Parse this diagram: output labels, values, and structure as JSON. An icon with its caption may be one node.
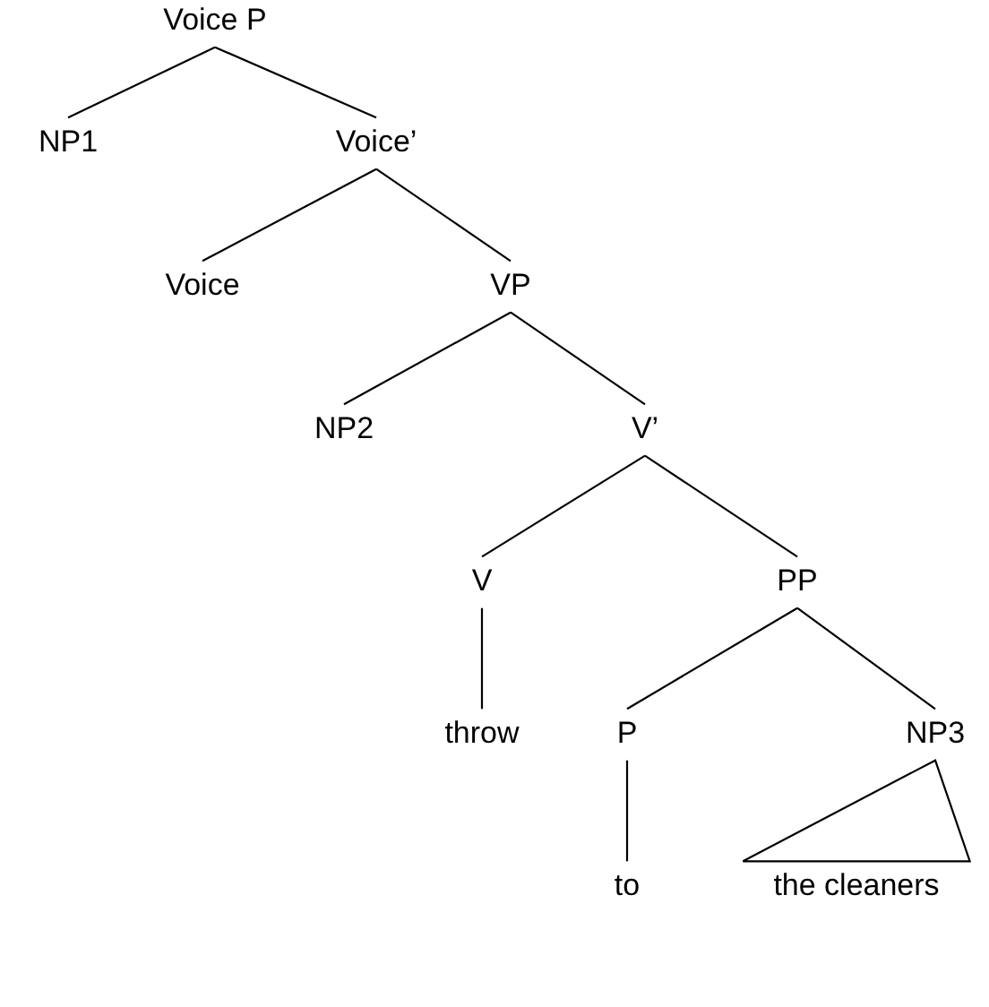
{
  "diagram": {
    "nodes": [
      {
        "text": [
          "Voice P"
        ]
      },
      {
        "text": [
          "NP1"
        ]
      },
      {
        "text": [
          "Voice’"
        ]
      },
      {
        "text": [
          "Voice"
        ]
      },
      {
        "text": [
          "VP"
        ]
      },
      {
        "text": [
          "NP2"
        ]
      },
      {
        "text": [
          "V’"
        ]
      },
      {
        "text": [
          "V"
        ]
      },
      {
        "text": [
          "PP"
        ]
      },
      {
        "text": [
          "throw"
        ]
      },
      {
        "text": [
          "P"
        ]
      },
      {
        "text": [
          "NP3"
        ]
      },
      {
        "text": [
          "to"
        ]
      },
      {
        "text": [
          "the cleaners"
        ]
      }
    ],
    "edges": [
      {
        "from": 0,
        "to": 1,
        "arrow": "none"
      },
      {
        "from": 0,
        "to": 2,
        "arrow": "none"
      },
      {
        "from": 2,
        "to": 3,
        "arrow": "none"
      },
      {
        "from": 2,
        "to": 4,
        "arrow": "none"
      },
      {
        "from": 4,
        "to": 5,
        "arrow": "none"
      },
      {
        "from": 4,
        "to": 6,
        "arrow": "none"
      },
      {
        "from": 6,
        "to": 7,
        "arrow": "none"
      },
      {
        "from": 6,
        "to": 8,
        "arrow": "none"
      },
      {
        "from": 7,
        "to": 9,
        "arrow": "none"
      },
      {
        "from": 8,
        "to": 10,
        "arrow": "none"
      },
      {
        "from": 8,
        "to": 11,
        "arrow": "none"
      },
      {
        "from": 10,
        "to": 12,
        "arrow": "none"
      },
      {
        "from": 11,
        "to": 13,
        "arrow": "none"
      }
    ]
  }
}
